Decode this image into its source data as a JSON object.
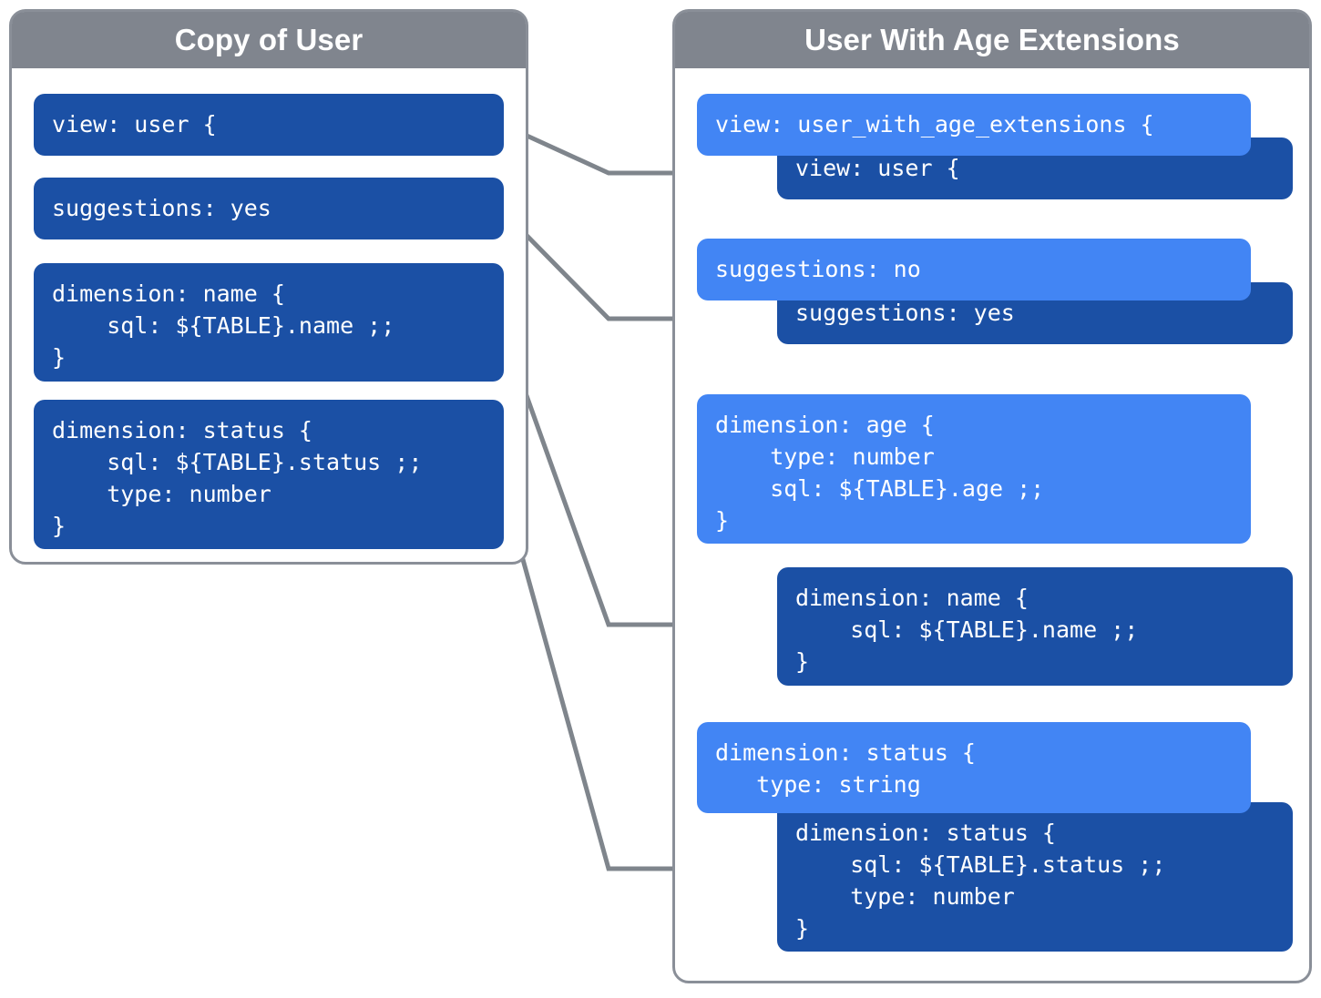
{
  "diagram": {
    "title_left": "Copy of User",
    "title_right": "User With Age Extensions",
    "colors": {
      "header_gray": "#80858E",
      "panel_border": "#8A8F98",
      "block_dark_blue": "#1B50A5",
      "block_light_blue": "#4285F4",
      "connector_gray": "#7F858C",
      "background": "#FFFFFF",
      "text": "#FFFFFF"
    }
  },
  "left_panel": {
    "header": "Copy of User",
    "blocks": [
      {
        "id": "left-view",
        "text": "view: user {"
      },
      {
        "id": "left-suggestions",
        "text": "suggestions: yes"
      },
      {
        "id": "left-dimension-name",
        "text": "dimension: name {\n    sql: ${TABLE}.name ;;\n}"
      },
      {
        "id": "left-dimension-status",
        "text": "dimension: status {\n    sql: ${TABLE}.status ;;\n    type: number\n}"
      }
    ]
  },
  "right_panel": {
    "header": "User With Age Extensions",
    "blocks": [
      {
        "id": "right-view-extension",
        "variant": "light",
        "text": "view: user_with_age_extensions {"
      },
      {
        "id": "right-view-inherited",
        "variant": "dark",
        "text": "view: user {"
      },
      {
        "id": "right-suggestions-extension",
        "variant": "light",
        "text": "suggestions: no"
      },
      {
        "id": "right-suggestions-inherited",
        "variant": "dark",
        "text": "suggestions: yes"
      },
      {
        "id": "right-dimension-age",
        "variant": "light",
        "text": "dimension: age {\n    type: number\n    sql: ${TABLE}.age ;;\n}"
      },
      {
        "id": "right-dimension-name-inherited",
        "variant": "dark",
        "text": "dimension: name {\n    sql: ${TABLE}.name ;;\n}"
      },
      {
        "id": "right-dimension-status-extension",
        "variant": "light",
        "text": "dimension: status {\n   type: string"
      },
      {
        "id": "right-dimension-status-inherited",
        "variant": "dark",
        "text": "dimension: status {\n    sql: ${TABLE}.status ;;\n    type: number\n}"
      }
    ]
  },
  "connectors": [
    {
      "id": "view-connector",
      "from": "left-view",
      "to": "right-view-inherited"
    },
    {
      "id": "suggestions-connector",
      "from": "left-suggestions",
      "to": "right-suggestions-inherited"
    },
    {
      "id": "dimension-name-connector",
      "from": "left-dimension-name",
      "to": "right-dimension-name-inherited"
    },
    {
      "id": "dimension-status-connector",
      "from": "left-dimension-status",
      "to": "right-dimension-status-inherited"
    }
  ]
}
